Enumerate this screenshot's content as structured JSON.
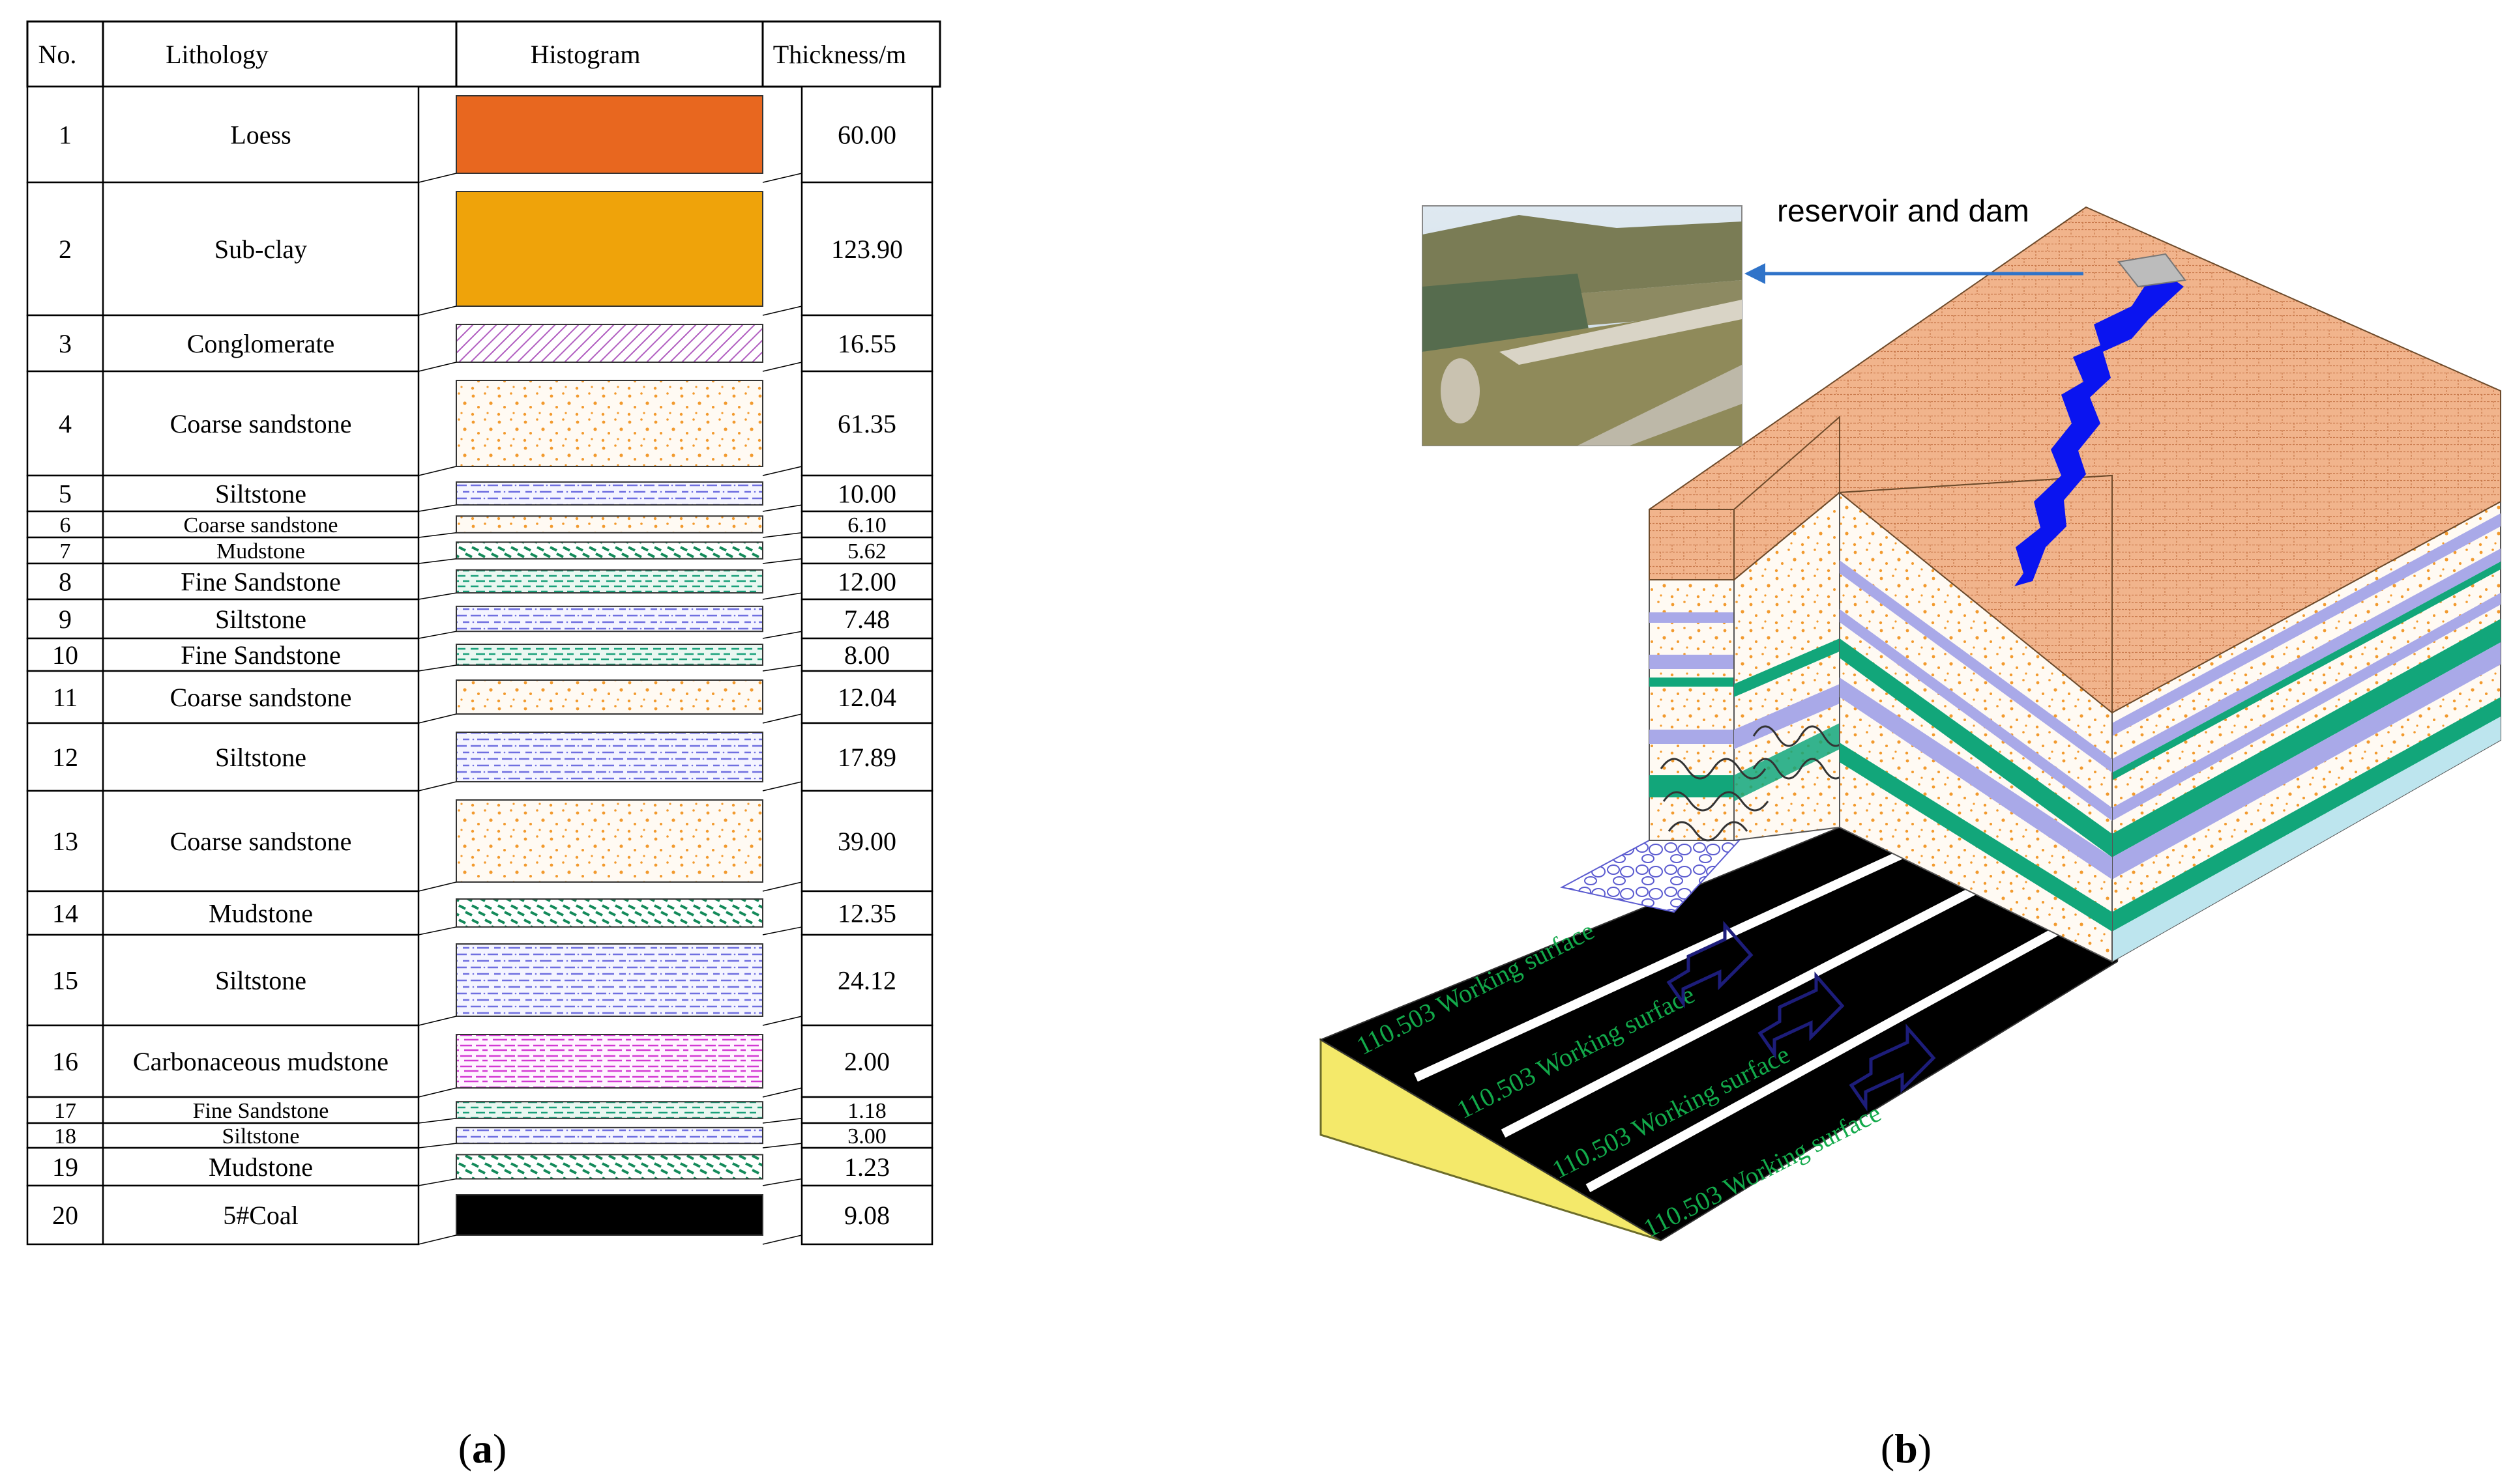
{
  "panel_a": {
    "headers": {
      "no": "No.",
      "lithology": "Lithology",
      "histogram": "Histogram",
      "thickness": "Thickness/m"
    },
    "rows": [
      {
        "no": "1",
        "lithology": "Loess",
        "thickness": "60.00",
        "pattern": "solid-orange"
      },
      {
        "no": "2",
        "lithology": "Sub-clay",
        "thickness": "123.90",
        "pattern": "solid-yellow-orange"
      },
      {
        "no": "3",
        "lithology": "Conglomerate",
        "thickness": "16.55",
        "pattern": "diagonal-hatch-purple"
      },
      {
        "no": "4",
        "lithology": "Coarse sandstone",
        "thickness": "61.35",
        "pattern": "dotted-orange"
      },
      {
        "no": "5",
        "lithology": "Siltstone",
        "thickness": "10.00",
        "pattern": "dash-blue"
      },
      {
        "no": "6",
        "lithology": "Coarse sandstone",
        "thickness": "6.10",
        "pattern": "dotted-orange"
      },
      {
        "no": "7",
        "lithology": "Mudstone",
        "thickness": "5.62",
        "pattern": "green-slash"
      },
      {
        "no": "8",
        "lithology": "Fine Sandstone",
        "thickness": "12.00",
        "pattern": "green-dash"
      },
      {
        "no": "9",
        "lithology": "Siltstone",
        "thickness": "7.48",
        "pattern": "dash-blue"
      },
      {
        "no": "10",
        "lithology": "Fine Sandstone",
        "thickness": "8.00",
        "pattern": "green-dash"
      },
      {
        "no": "11",
        "lithology": "Coarse sandstone",
        "thickness": "12.04",
        "pattern": "dotted-orange"
      },
      {
        "no": "12",
        "lithology": "Siltstone",
        "thickness": "17.89",
        "pattern": "dash-blue"
      },
      {
        "no": "13",
        "lithology": "Coarse sandstone",
        "thickness": "39.00",
        "pattern": "dotted-orange"
      },
      {
        "no": "14",
        "lithology": "Mudstone",
        "thickness": "12.35",
        "pattern": "green-slash"
      },
      {
        "no": "15",
        "lithology": "Siltstone",
        "thickness": "24.12",
        "pattern": "dash-blue"
      },
      {
        "no": "16",
        "lithology": "Carbonaceous mudstone",
        "thickness": "2.00",
        "pattern": "magenta-dash"
      },
      {
        "no": "17",
        "lithology": "Fine Sandstone",
        "thickness": "1.18",
        "pattern": "green-dash"
      },
      {
        "no": "18",
        "lithology": "Siltstone",
        "thickness": "3.00",
        "pattern": "dash-blue"
      },
      {
        "no": "19",
        "lithology": "Mudstone",
        "thickness": "1.23",
        "pattern": "green-slash"
      },
      {
        "no": "20",
        "lithology": "5#Coal",
        "thickness": "9.08",
        "pattern": "solid-black"
      }
    ],
    "caption_letter": "a"
  },
  "panel_b": {
    "callout_label": "reservoir and dam",
    "working_surfaces": [
      "110.503 Working surface",
      "110.503 Working surface",
      "110.503 Working surface",
      "110.503 Working surface"
    ],
    "caption_letter": "b"
  },
  "colors": {
    "loess": "#e8671f",
    "sub_clay": "#efa30a",
    "terrain": "#f1b48c",
    "river": "#0a14f0",
    "green_band": "#12a67a",
    "purple_band": "#a9a9e8",
    "coal": "#000000",
    "slope": "#f4e96a"
  }
}
